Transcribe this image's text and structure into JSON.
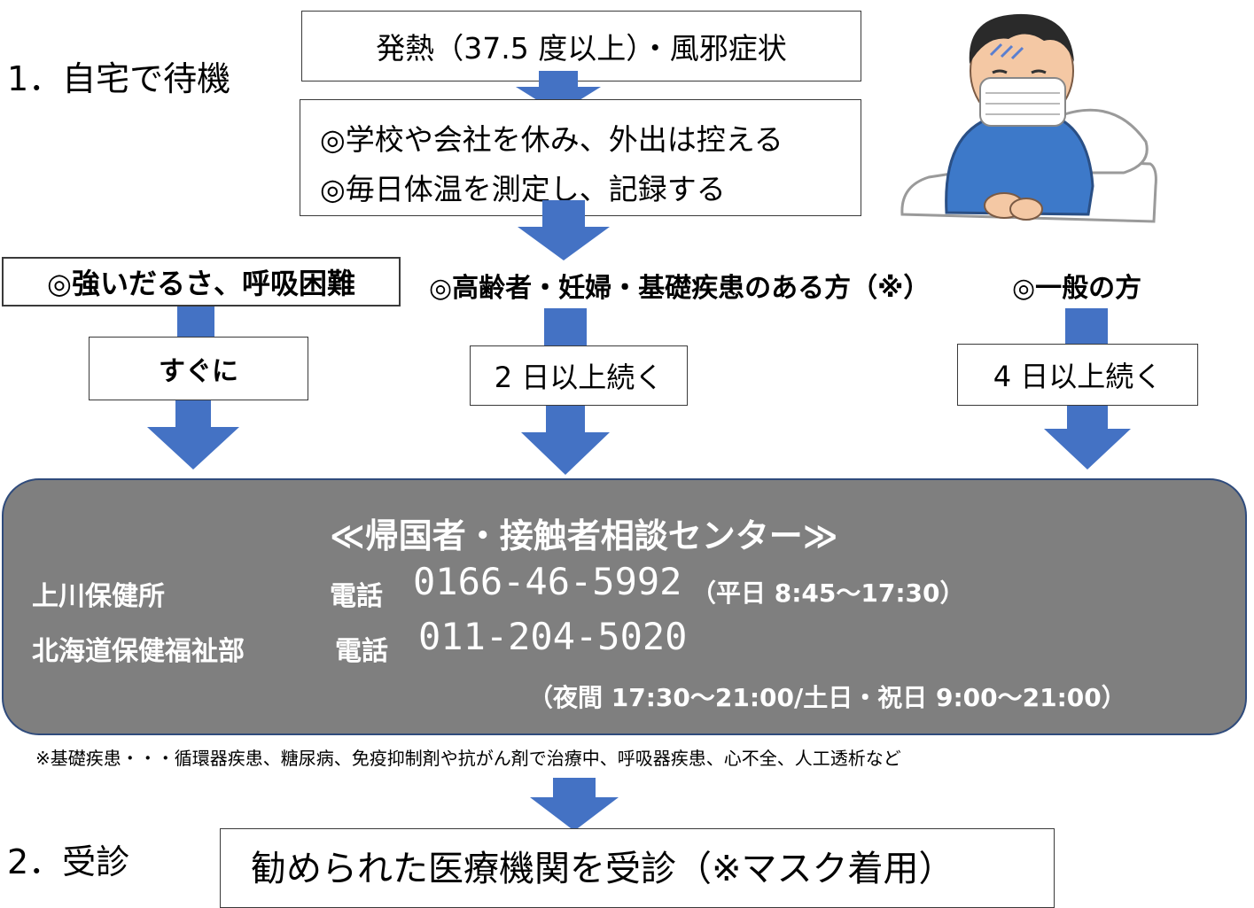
{
  "colors": {
    "arrow": "#4472c4",
    "panel": "#7f7f7f",
    "panel_border": "#2f4b7c"
  },
  "steps": {
    "step1": "1．自宅で待機",
    "step2": "2．受診"
  },
  "top_box": "発熱（37.5 度以上）・風邪症状",
  "advice": {
    "line1": "◎学校や会社を休み、外出は控える",
    "line2": "◎毎日体温を測定し、記録する"
  },
  "branches": {
    "severe": {
      "label": "◎強いだるさ、呼吸困難",
      "timing": "すぐに"
    },
    "high_risk": {
      "label": "◎高齢者・妊婦・基礎疾患のある方（※）",
      "timing": "2 日以上続く"
    },
    "general": {
      "label": "◎一般の方",
      "timing": "4 日以上続く"
    }
  },
  "center": {
    "title": "≪帰国者・接触者相談センター≫",
    "office1": {
      "name": "上川保健所",
      "phone_label": "電話",
      "phone": "0166-46-5992",
      "hours": "（平日 8:45～17:30）"
    },
    "office2": {
      "name": "北海道保健福祉部",
      "phone_label": "電話",
      "phone": "011-204-5020",
      "hours": "（夜間 17:30～21:00/土日・祝日 9:00～21:00）"
    }
  },
  "footnote": "※基礎疾患・・・循環器疾患、糖尿病、免疫抑制剤や抗がん剤で治療中、呼吸器疾患、心不全、人工透析など",
  "final_box": "勧められた医療機関を受診（※マスク着用）",
  "illustration": {
    "icon": "sick-person-with-mask-icon"
  }
}
